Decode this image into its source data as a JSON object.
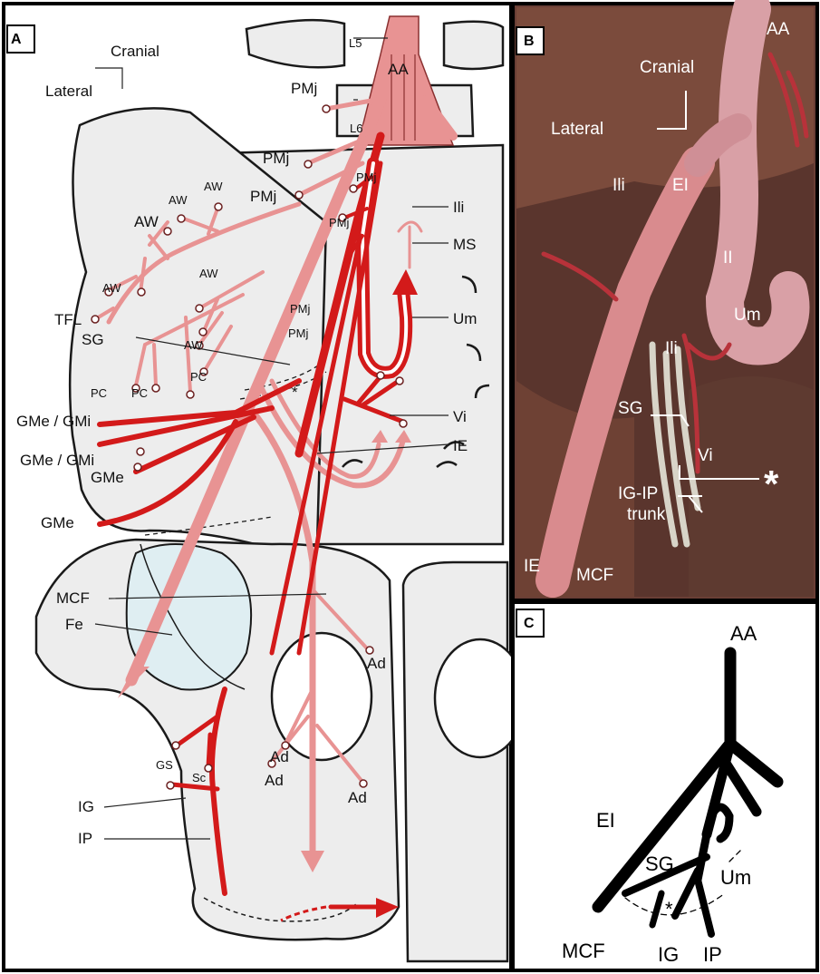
{
  "panels": {
    "a": {
      "letter": "A",
      "orientation": {
        "cranial": "Cranial",
        "lateral": "Lateral"
      },
      "vertebrae": {
        "l5": "L5",
        "l6": "L6"
      },
      "labels": {
        "aa": "AA",
        "pmj_1": "PMj",
        "pmj_2": "PMj",
        "pmj_3": "PMj",
        "pmj_small_1": "PMj",
        "pmj_small_2": "PMj",
        "pmj_small_3": "PMj",
        "pmj_small_4": "PMj",
        "ili": "Ili",
        "ms": "MS",
        "um": "Um",
        "aw_1": "AW",
        "aw_2": "AW",
        "aw_3": "AW",
        "aw_4": "AW",
        "aw_5": "AW",
        "aw_6": "AW",
        "tfl": "TFL",
        "sg": "SG",
        "pc_1": "PC",
        "pc_2": "PC",
        "pc_3": "PC",
        "gme_gmi_1": "GMe / GMi",
        "gme_gmi_2": "GMe / GMi",
        "gme_1": "GMe",
        "gme_2": "GMe",
        "asterisk": "*",
        "vi": "Vi",
        "ie": "IE",
        "mcf": "MCF",
        "fe": "Fe",
        "ad_1": "Ad",
        "ad_2": "Ad",
        "ad_3": "Ad",
        "ad_4": "Ad",
        "gs": "GS",
        "sc": "Sc",
        "ig": "IG",
        "ip": "IP"
      }
    },
    "b": {
      "letter": "B",
      "orientation": {
        "cranial": "Cranial",
        "lateral": "Lateral"
      },
      "labels": {
        "aa": "AA",
        "ili_1": "Ili",
        "ei": "EI",
        "ii": "II",
        "um": "Um",
        "ili_2": "Ili",
        "sg": "SG",
        "vi": "Vi",
        "asterisk": "*",
        "ig_ip_line1": "IG-IP",
        "ig_ip_line2": "trunk",
        "ie": "IE",
        "mcf": "MCF"
      }
    },
    "c": {
      "letter": "C",
      "labels": {
        "aa": "AA",
        "ei": "EI",
        "sg": "SG",
        "um": "Um",
        "asterisk": "*",
        "mcf": "MCF",
        "ig": "IG",
        "ip": "IP"
      }
    }
  },
  "colors": {
    "artery_pink": "#e89393",
    "artery_red": "#d31a1a",
    "bone_fill": "#ededed",
    "femoral_head": "#dfeef2",
    "photo_bg": "#6a3f36",
    "schematic": "#000000"
  }
}
